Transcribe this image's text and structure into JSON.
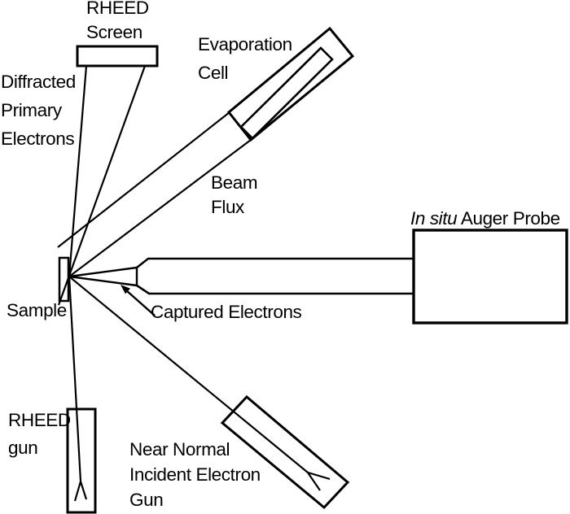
{
  "figure": {
    "description": "Schematic diagram of an MBE chamber instrumentation setup",
    "colors": {
      "ink": "#000000",
      "background": "#ffffff"
    }
  },
  "labels": {
    "rheed_screen": {
      "lines": [
        "RHEED",
        "Screen"
      ]
    },
    "evaporation_cell": {
      "lines": [
        "Evaporation",
        "Cell"
      ]
    },
    "diffracted_primary_electrons": {
      "lines": [
        "Diffracted",
        "Primary",
        "Electrons"
      ]
    },
    "beam_flux": {
      "lines": [
        "Beam",
        "Flux"
      ]
    },
    "auger_probe": {
      "italic": "In situ",
      "regular": " Auger Probe"
    },
    "sample": "Sample",
    "captured_electrons": "Captured Electrons",
    "rheed_gun": {
      "lines": [
        "RHEED",
        "gun"
      ]
    },
    "near_normal_gun": {
      "lines": [
        "Near Normal",
        "Incident Electron",
        "Gun"
      ]
    }
  }
}
